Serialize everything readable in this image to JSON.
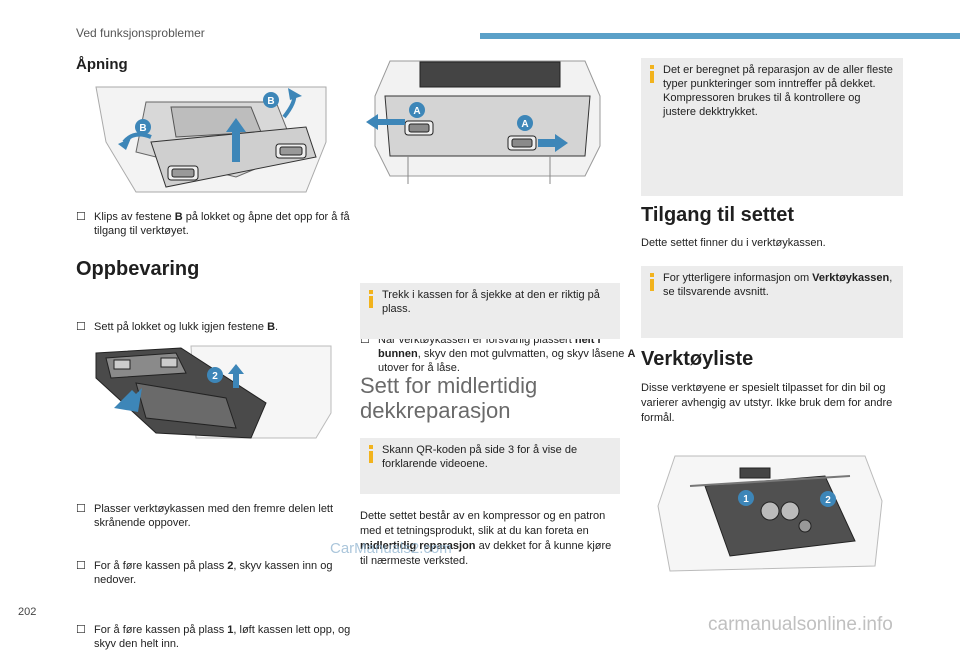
{
  "header": {
    "title": "Ved funksjonsproblemer"
  },
  "page_number": "202",
  "watermarks": {
    "carmanuals": "CarManuals2.com",
    "site": "carmanualsonline.info"
  },
  "col1": {
    "opening_heading": "Åpning",
    "figure1_labels": [
      "B",
      "B"
    ],
    "opening_bullet": [
      "Klips av festene ",
      "B",
      " på lokket og åpne det opp for å få tilgang til verktøyet."
    ],
    "storage_heading": "Oppbevaring",
    "storage_bullet": [
      "Sett på lokket og lukk igjen festene ",
      "B",
      "."
    ],
    "figure2_label": "2",
    "bullet_place": "Plasser verktøykassen med den fremre delen lett skrånende oppover.",
    "bullet_place2": [
      "For å føre kassen på plass ",
      "2",
      ", skyv kassen inn og nedover."
    ],
    "bullet_place1": [
      "For å føre kassen på plass ",
      "1",
      ", løft kassen lett opp, og skyv den helt inn."
    ]
  },
  "col2": {
    "figure_labels": [
      "A",
      "A"
    ],
    "lock_bullet": [
      "Når verktøykassen er forsvarlig plassert ",
      "helt i bunnen",
      ", skyv den mot gulvmatten, og skyv låsene ",
      "A",
      " utover for å låse."
    ],
    "info_pull": "Trekk i kassen for å sjekke at den er riktig på plass.",
    "temp_heading": "Sett for midlertidig dekkreparasjon",
    "info_qr": "Skann QR-koden på side 3 for å vise de forklarende videoene.",
    "kit_text": [
      "Dette settet består av en kompressor og en patron med et tetningsprodukt, slik at du kan foreta en ",
      "midlertidig reparasjon",
      " av dekket for å kunne kjøre til nærmeste verksted."
    ]
  },
  "col3": {
    "info_designed": "Det er beregnet på reparasjon av de aller fleste typer punkteringer som inntreffer på dekket.\nKompressoren brukes til å kontrollere og justere dekktrykket.",
    "access_heading": "Tilgang til settet",
    "access_text": "Dette settet finner du i verktøykassen.",
    "info_more": [
      "For ytterligere informasjon om ",
      "Verktøykassen",
      ", se tilsvarende avsnitt."
    ],
    "tools_heading": "Verktøyliste",
    "tools_text": "Disse verktøyene er spesielt tilpasset for din bil og varierer avhengig av utstyr. Ikke bruk dem for andre formål.",
    "figure_labels": [
      "1",
      "2"
    ]
  },
  "colors": {
    "accent": "#5aa0c8",
    "info_icon": "#f2b31d",
    "infobox_bg": "#ececec"
  }
}
